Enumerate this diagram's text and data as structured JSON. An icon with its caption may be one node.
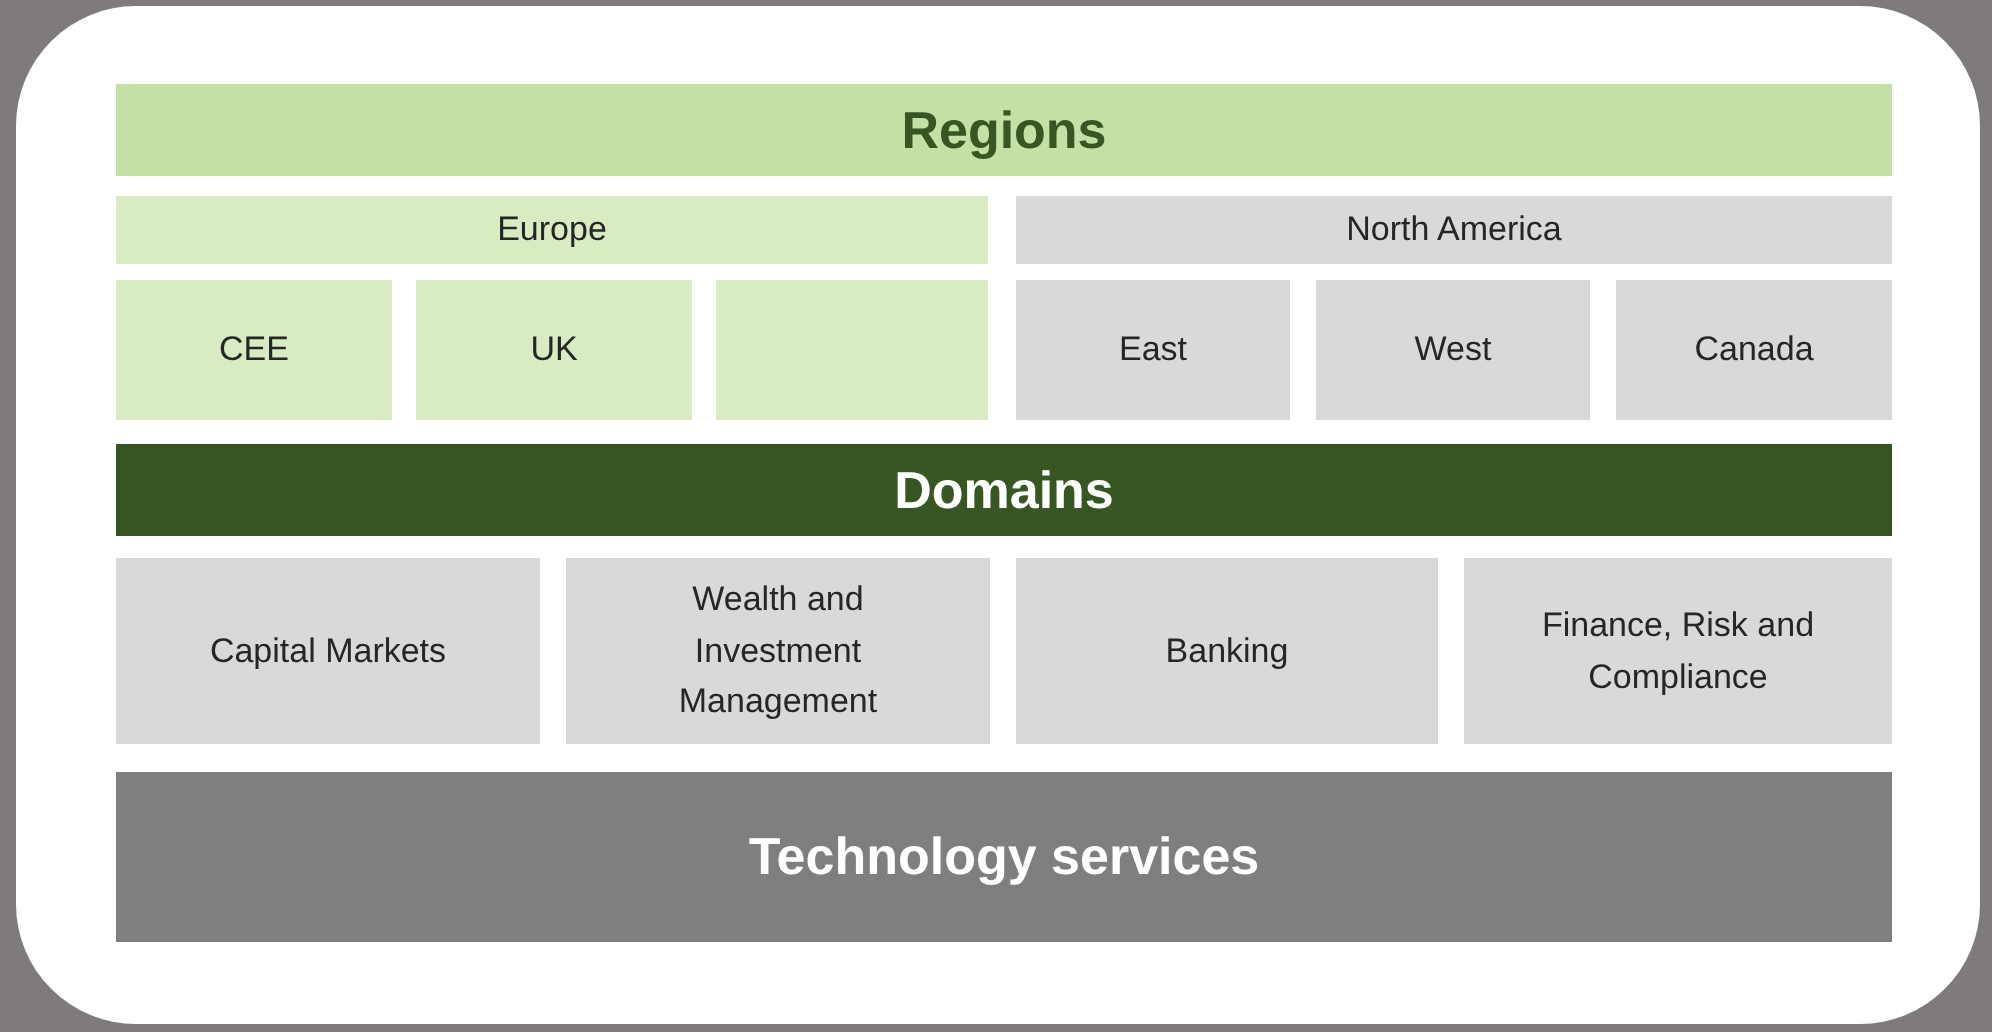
{
  "diagram": {
    "nodes": [
      {
        "text": [
          "Regions"
        ]
      },
      {
        "text": [
          "Europe"
        ]
      },
      {
        "text": [
          "North America"
        ]
      },
      {
        "text": [
          "CEE"
        ]
      },
      {
        "text": [
          "UK"
        ]
      },
      {
        "text": [],
        "shape": "box"
      },
      {
        "text": [
          "East"
        ]
      },
      {
        "text": [
          "West"
        ]
      },
      {
        "text": [
          "Canada"
        ]
      },
      {
        "text": [
          "Domains"
        ]
      },
      {
        "text": [
          "Capital Markets"
        ]
      },
      {
        "text": [
          "Wealth and Investment Management"
        ]
      },
      {
        "text": [
          "Banking"
        ]
      },
      {
        "text": [
          "Finance, Risk and Compliance"
        ]
      },
      {
        "text": [
          "Technology services"
        ]
      }
    ]
  }
}
